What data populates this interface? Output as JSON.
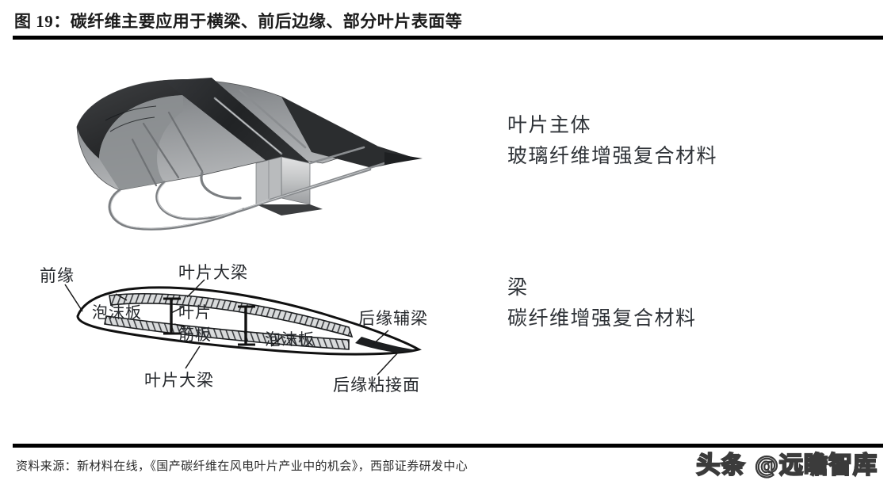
{
  "figure": {
    "title": "图 19：碳纤维主要应用于横梁、前后边缘、部分叶片表面等",
    "source": "资料来源：新材料在线，《国产碳纤维在风电叶片产业中的机会》，西部证券研发中心",
    "watermark": "头条 @远瞻智库"
  },
  "annotations": {
    "blade_body": {
      "line1": "叶片主体",
      "line2": "玻璃纤维增强复合材料"
    },
    "spar": {
      "line1": "梁",
      "line2": "碳纤维增强复合材料"
    }
  },
  "cross_section_labels": {
    "leading_edge": "前缘",
    "spar_cap_top": "叶片大梁",
    "foam_panel_front": "泡沫板",
    "shear_web_1": "叶片",
    "shear_web_2": "筋板",
    "foam_panel_rear": "泡沫板",
    "spar_cap_bottom": "叶片大梁",
    "trailing_edge_aux_spar": "后缘辅梁",
    "trailing_edge_bond": "后缘粘接面"
  },
  "colors": {
    "rule": "#000000",
    "title_text": "#1b1b1b",
    "annotation_text": "#2f3338",
    "source_text": "#2a2a2a",
    "shell_light": "#b4b6b8",
    "shell_mid": "#8c8f92",
    "shell_dark": "#5a5d60",
    "spar_black": "#2a2b2d",
    "web_panel": "#cfd1d2",
    "outline": "#141414",
    "hatch": "#4a4c4f",
    "background": "#ffffff"
  }
}
